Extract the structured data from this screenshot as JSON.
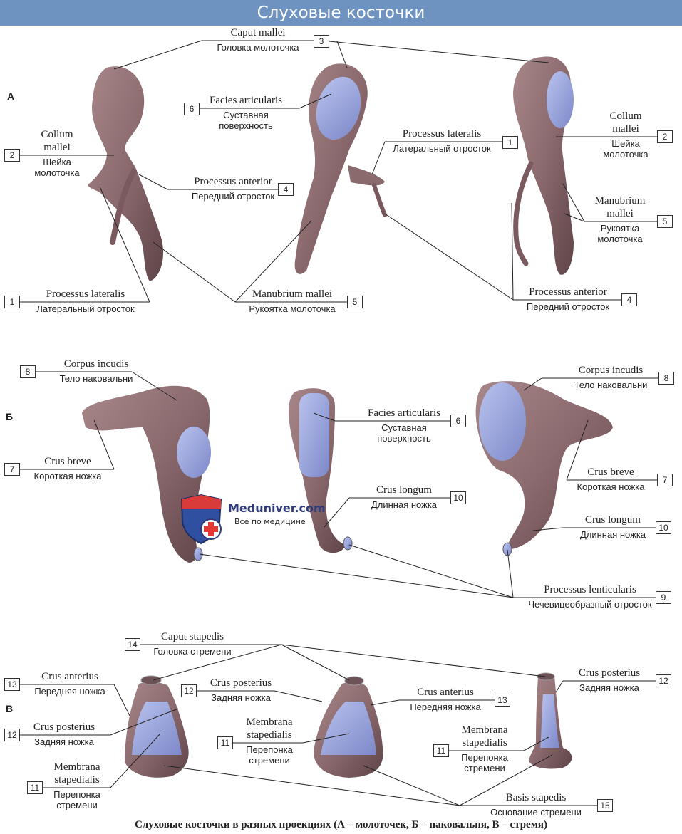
{
  "title": "Слуховые косточки",
  "sections": {
    "a": "А",
    "b": "Б",
    "v": "В"
  },
  "caption": "Слуховые косточки в разных проекциях (А – молоточек, Б – наковальня, В – стремя)",
  "watermark": {
    "name": "Meduniver.com",
    "tagline": "Все по медицине"
  },
  "colors": {
    "header": "#6f93c0",
    "bone": "#8b6a6e",
    "articular": "#8f9bd9"
  },
  "labels": [
    {
      "latin": [
        "Caput mallei"
      ],
      "ru": [
        "Головка молоточка"
      ],
      "num": "3"
    },
    {
      "latin": [
        "Facies articularis"
      ],
      "ru": [
        "Суставная",
        "поверхность"
      ],
      "num": "6"
    },
    {
      "latin": [
        "Collum",
        "mallei"
      ],
      "ru": [
        "Шейка",
        "молоточка"
      ],
      "num": "2"
    },
    {
      "latin": [
        "Processus anterior"
      ],
      "ru": [
        "Передний отросток"
      ],
      "num": "4"
    },
    {
      "latin": [
        "Processus lateralis"
      ],
      "ru": [
        "Латеральный отросток"
      ],
      "num": "1"
    },
    {
      "latin": [
        "Collum",
        "mallei"
      ],
      "ru": [
        "Шейка",
        "молоточка"
      ],
      "num": "2"
    },
    {
      "latin": [
        "Manubrium",
        "mallei"
      ],
      "ru": [
        "Рукоятка",
        "молоточка"
      ],
      "num": "5"
    },
    {
      "latin": [
        "Processus lateralis"
      ],
      "ru": [
        "Латеральный отросток"
      ],
      "num": "1"
    },
    {
      "latin": [
        "Manubrium mallei"
      ],
      "ru": [
        "Рукоятка молоточка"
      ],
      "num": "5"
    },
    {
      "latin": [
        "Processus anterior"
      ],
      "ru": [
        "Передний отросток"
      ],
      "num": "4"
    },
    {
      "latin": [
        "Corpus incudis"
      ],
      "ru": [
        "Тело наковальни"
      ],
      "num": "8"
    },
    {
      "latin": [
        "Crus breve"
      ],
      "ru": [
        "Короткая ножка"
      ],
      "num": "7"
    },
    {
      "latin": [
        "Facies articularis"
      ],
      "ru": [
        "Суставная",
        "поверхность"
      ],
      "num": "6"
    },
    {
      "latin": [
        "Crus longum"
      ],
      "ru": [
        "Длинная ножка"
      ],
      "num": "10"
    },
    {
      "latin": [
        "Corpus incudis"
      ],
      "ru": [
        "Тело наковальни"
      ],
      "num": "8"
    },
    {
      "latin": [
        "Crus breve"
      ],
      "ru": [
        "Короткая ножка"
      ],
      "num": "7"
    },
    {
      "latin": [
        "Crus longum"
      ],
      "ru": [
        "Длинная ножка"
      ],
      "num": "10"
    },
    {
      "latin": [
        "Processus lenticularis"
      ],
      "ru": [
        "Чечевицеобразный отросток"
      ],
      "num": "9"
    },
    {
      "latin": [
        "Caput stapedis"
      ],
      "ru": [
        "Головка стремени"
      ],
      "num": "14"
    },
    {
      "latin": [
        "Crus anterius"
      ],
      "ru": [
        "Передняя ножка"
      ],
      "num": "13"
    },
    {
      "latin": [
        "Crus posterius"
      ],
      "ru": [
        "Задняя ножка"
      ],
      "num": "12"
    },
    {
      "latin": [
        "Crus posterius"
      ],
      "ru": [
        "Задняя ножка"
      ],
      "num": "12"
    },
    {
      "latin": [
        "Crus anterius"
      ],
      "ru": [
        "Передняя ножка"
      ],
      "num": "13"
    },
    {
      "latin": [
        "Crus posterius"
      ],
      "ru": [
        "Задняя ножка"
      ],
      "num": "12"
    },
    {
      "latin": [
        "Membrana",
        "stapedialis"
      ],
      "ru": [
        "Перепонка",
        "стремени"
      ],
      "num": "11"
    },
    {
      "latin": [
        "Membrana",
        "stapedialis"
      ],
      "ru": [
        "Перепонка",
        "стремени"
      ],
      "num": "11"
    },
    {
      "latin": [
        "Membrana",
        "stapedialis"
      ],
      "ru": [
        "Перепонка",
        "стремени"
      ],
      "num": "11"
    },
    {
      "latin": [
        "Basis stapedis"
      ],
      "ru": [
        "Основание стремени"
      ],
      "num": "15"
    }
  ]
}
